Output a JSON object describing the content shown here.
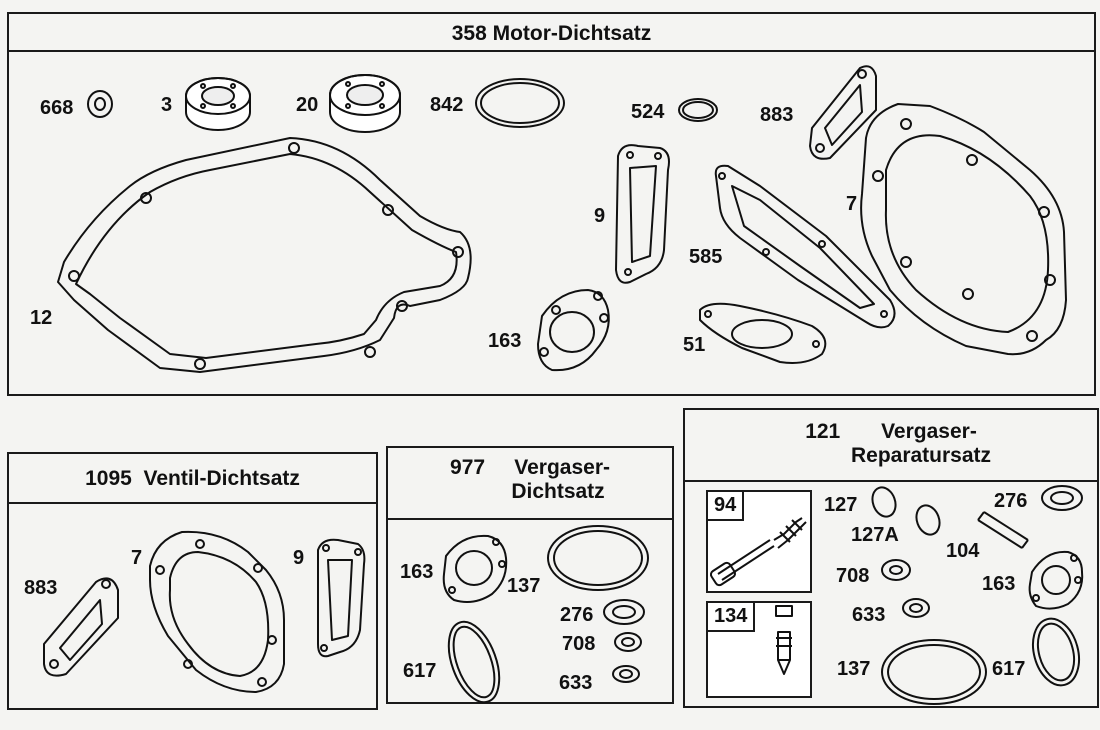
{
  "kits": {
    "motor": {
      "title": "358 Motor-Dichtsatz",
      "parts": [
        "668",
        "3",
        "20",
        "842",
        "524",
        "883",
        "9",
        "7",
        "585",
        "12",
        "163",
        "51"
      ]
    },
    "valve": {
      "number": "1095",
      "title": "Ventil-Dichtsatz",
      "parts": [
        "883",
        "7",
        "9"
      ]
    },
    "carb_gasket": {
      "number": "977",
      "title_line1": "Vergaser-",
      "title_line2": "Dichtsatz",
      "parts": [
        "163",
        "137",
        "276",
        "708",
        "617",
        "633"
      ]
    },
    "carb_repair": {
      "number": "121",
      "title_line1": "Vergaser-",
      "title_line2": "Reparatursatz",
      "subkits": [
        "94",
        "134"
      ],
      "parts": [
        "127",
        "276",
        "127A",
        "104",
        "708",
        "163",
        "633",
        "137",
        "617"
      ]
    }
  }
}
